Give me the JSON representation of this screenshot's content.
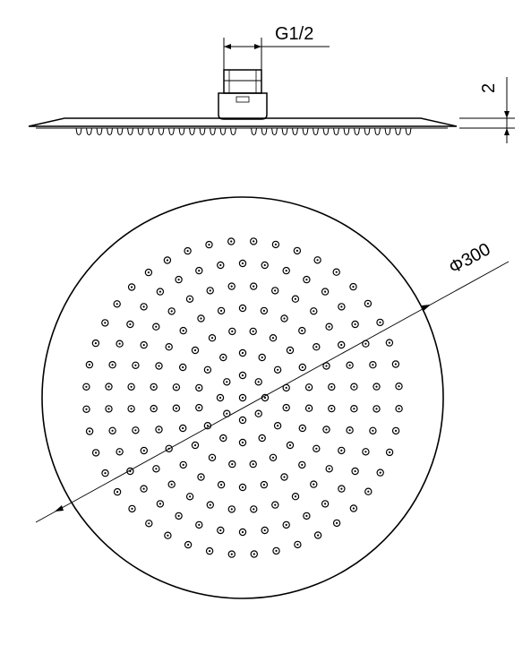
{
  "dimensions": {
    "thread_label": "G1/2",
    "thickness_label": "2",
    "diameter_label": "Φ300"
  },
  "colors": {
    "line": "#000000",
    "background": "#ffffff"
  },
  "nozzle_rings": [
    {
      "count": 1,
      "offset_deg": 0
    },
    {
      "count": 8,
      "offset_deg": 0
    },
    {
      "count": 14,
      "offset_deg": 0
    },
    {
      "count": 20,
      "offset_deg": 9
    },
    {
      "count": 26,
      "offset_deg": 0
    },
    {
      "count": 32,
      "offset_deg": 5.6
    },
    {
      "count": 38,
      "offset_deg": 0
    },
    {
      "count": 44,
      "offset_deg": 4
    }
  ]
}
